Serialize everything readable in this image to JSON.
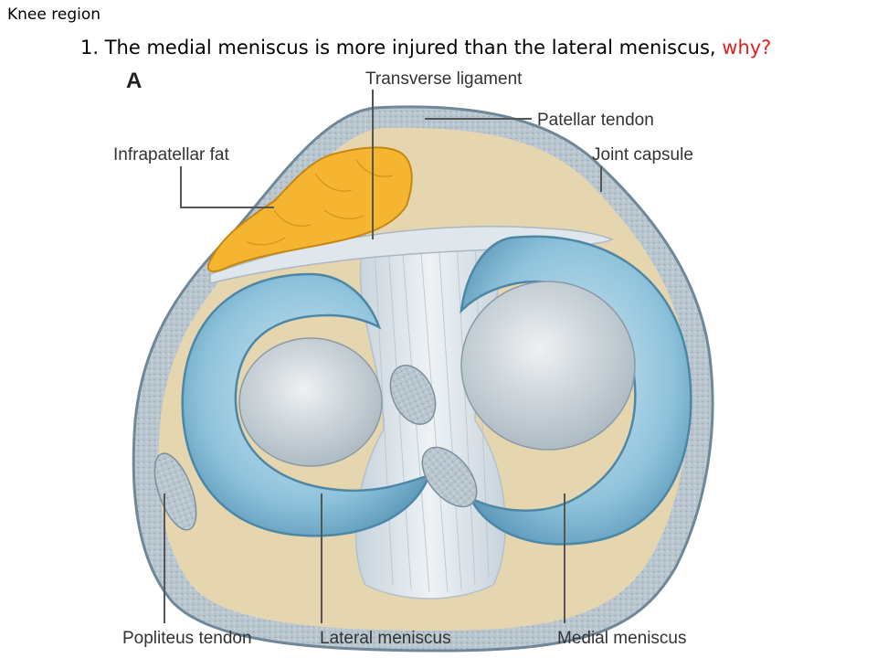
{
  "slide": {
    "corner_label": "Knee region",
    "question_number": "1.",
    "question_text": "The medial meniscus is more injured than the lateral meniscus,",
    "question_emphasis": "why?",
    "emphasis_color": "#e02020"
  },
  "figure": {
    "panel_letter": "A",
    "labels": {
      "transverse_ligament": "Transverse ligament",
      "patellar_tendon": "Patellar tendon",
      "infrapatellar_fat": "Infrapatellar fat",
      "joint_capsule": "Joint capsule",
      "popliteus_tendon": "Popliteus tendon",
      "lateral_meniscus": "Lateral meniscus",
      "medial_meniscus": "Medial meniscus"
    },
    "colors": {
      "capsule": "#9fb6c4",
      "meniscus": "#8fc3dc",
      "cartilage": "#c9d3da",
      "fat": "#f5b530",
      "ligament": "#dfe6ec",
      "bone": "#e6d6b0"
    }
  }
}
